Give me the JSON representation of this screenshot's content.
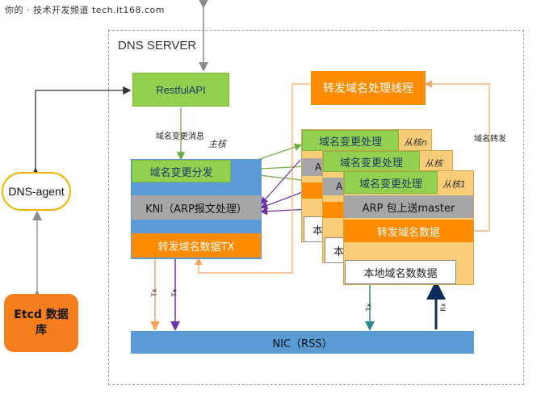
{
  "watermark": "你的 · 技术开发频道 tech.it168.com",
  "server": {
    "title": "DNS SERVER"
  },
  "restful": {
    "label": "RestfulAPI"
  },
  "forward_thread": {
    "label": "转发域名处理线程"
  },
  "labels": {
    "domain_change_msg": "域名变更消息",
    "main_core": "主核",
    "domain_forward": "域名转发",
    "tx": "Tx",
    "rx": "Rx"
  },
  "main_core_block": {
    "dispatch": "域名变更分发",
    "kni": "KNI（ARP报文处理）",
    "tx": "转发域名数据TX"
  },
  "slave_cores": [
    {
      "title": "域名变更处理",
      "core": "从核n",
      "row_a": "A",
      "row_b": "本"
    },
    {
      "title": "域名变更处理",
      "core": "从核",
      "row_a": "A",
      "row_b": "本"
    },
    {
      "title": "域名变更处理",
      "core": "从核1",
      "arp": "ARP 包上送master",
      "forward": "转发域名数据",
      "local": "本地域名数数据"
    }
  ],
  "dns_agent": {
    "label": "DNS-agent"
  },
  "etcd": {
    "label": "Etcd 数据库"
  },
  "nic": {
    "label": "NIC（RSS）"
  },
  "colors": {
    "green": "#92d050",
    "orange": "#ff8c00",
    "grey": "#a6a6a6",
    "blue": "#5b9bd5",
    "tan": "#f9cc78",
    "agent_border": "#f5b400"
  }
}
